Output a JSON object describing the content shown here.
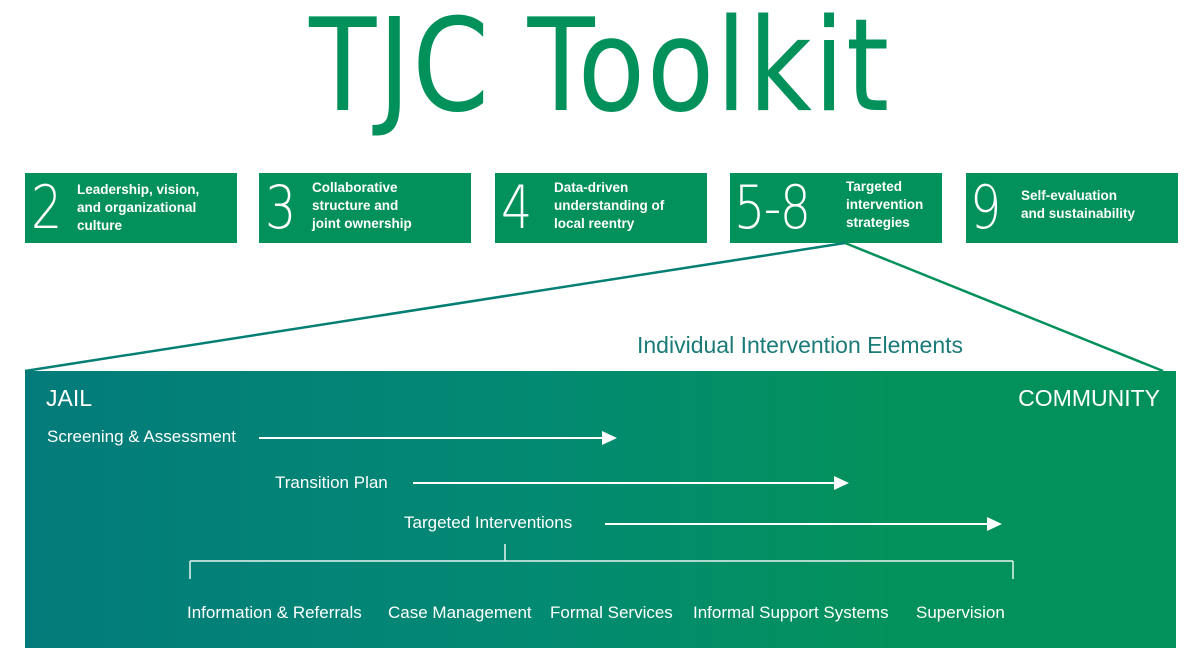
{
  "title": "TJC Toolkit",
  "colors": {
    "brand_green": "#03915b",
    "teal": "#037b7b",
    "subtitle_teal": "#1a7b78",
    "white": "#ffffff"
  },
  "steps": [
    {
      "number": "2",
      "label": "Leadership, vision,\nand organizational\nculture"
    },
    {
      "number": "3",
      "label": "Collaborative\nstructure and\njoint ownership"
    },
    {
      "number": "4",
      "label": "Data-driven\nunderstanding of\nlocal reentry"
    },
    {
      "number": "5-8",
      "label": "Targeted\nintervention\nstrategies"
    },
    {
      "number": "9",
      "label": "Self-evaluation\nand sustainability"
    }
  ],
  "detail": {
    "subtitle": "Individual Intervention Elements",
    "start_label": "JAIL",
    "end_label": "COMMUNITY",
    "phases": [
      {
        "label": "Screening & Assessment"
      },
      {
        "label": "Transition Plan"
      },
      {
        "label": "Targeted Interventions"
      }
    ],
    "services": [
      "Information & Referrals",
      "Case Management",
      "Formal Services",
      "Informal Support Systems",
      "Supervision"
    ]
  }
}
